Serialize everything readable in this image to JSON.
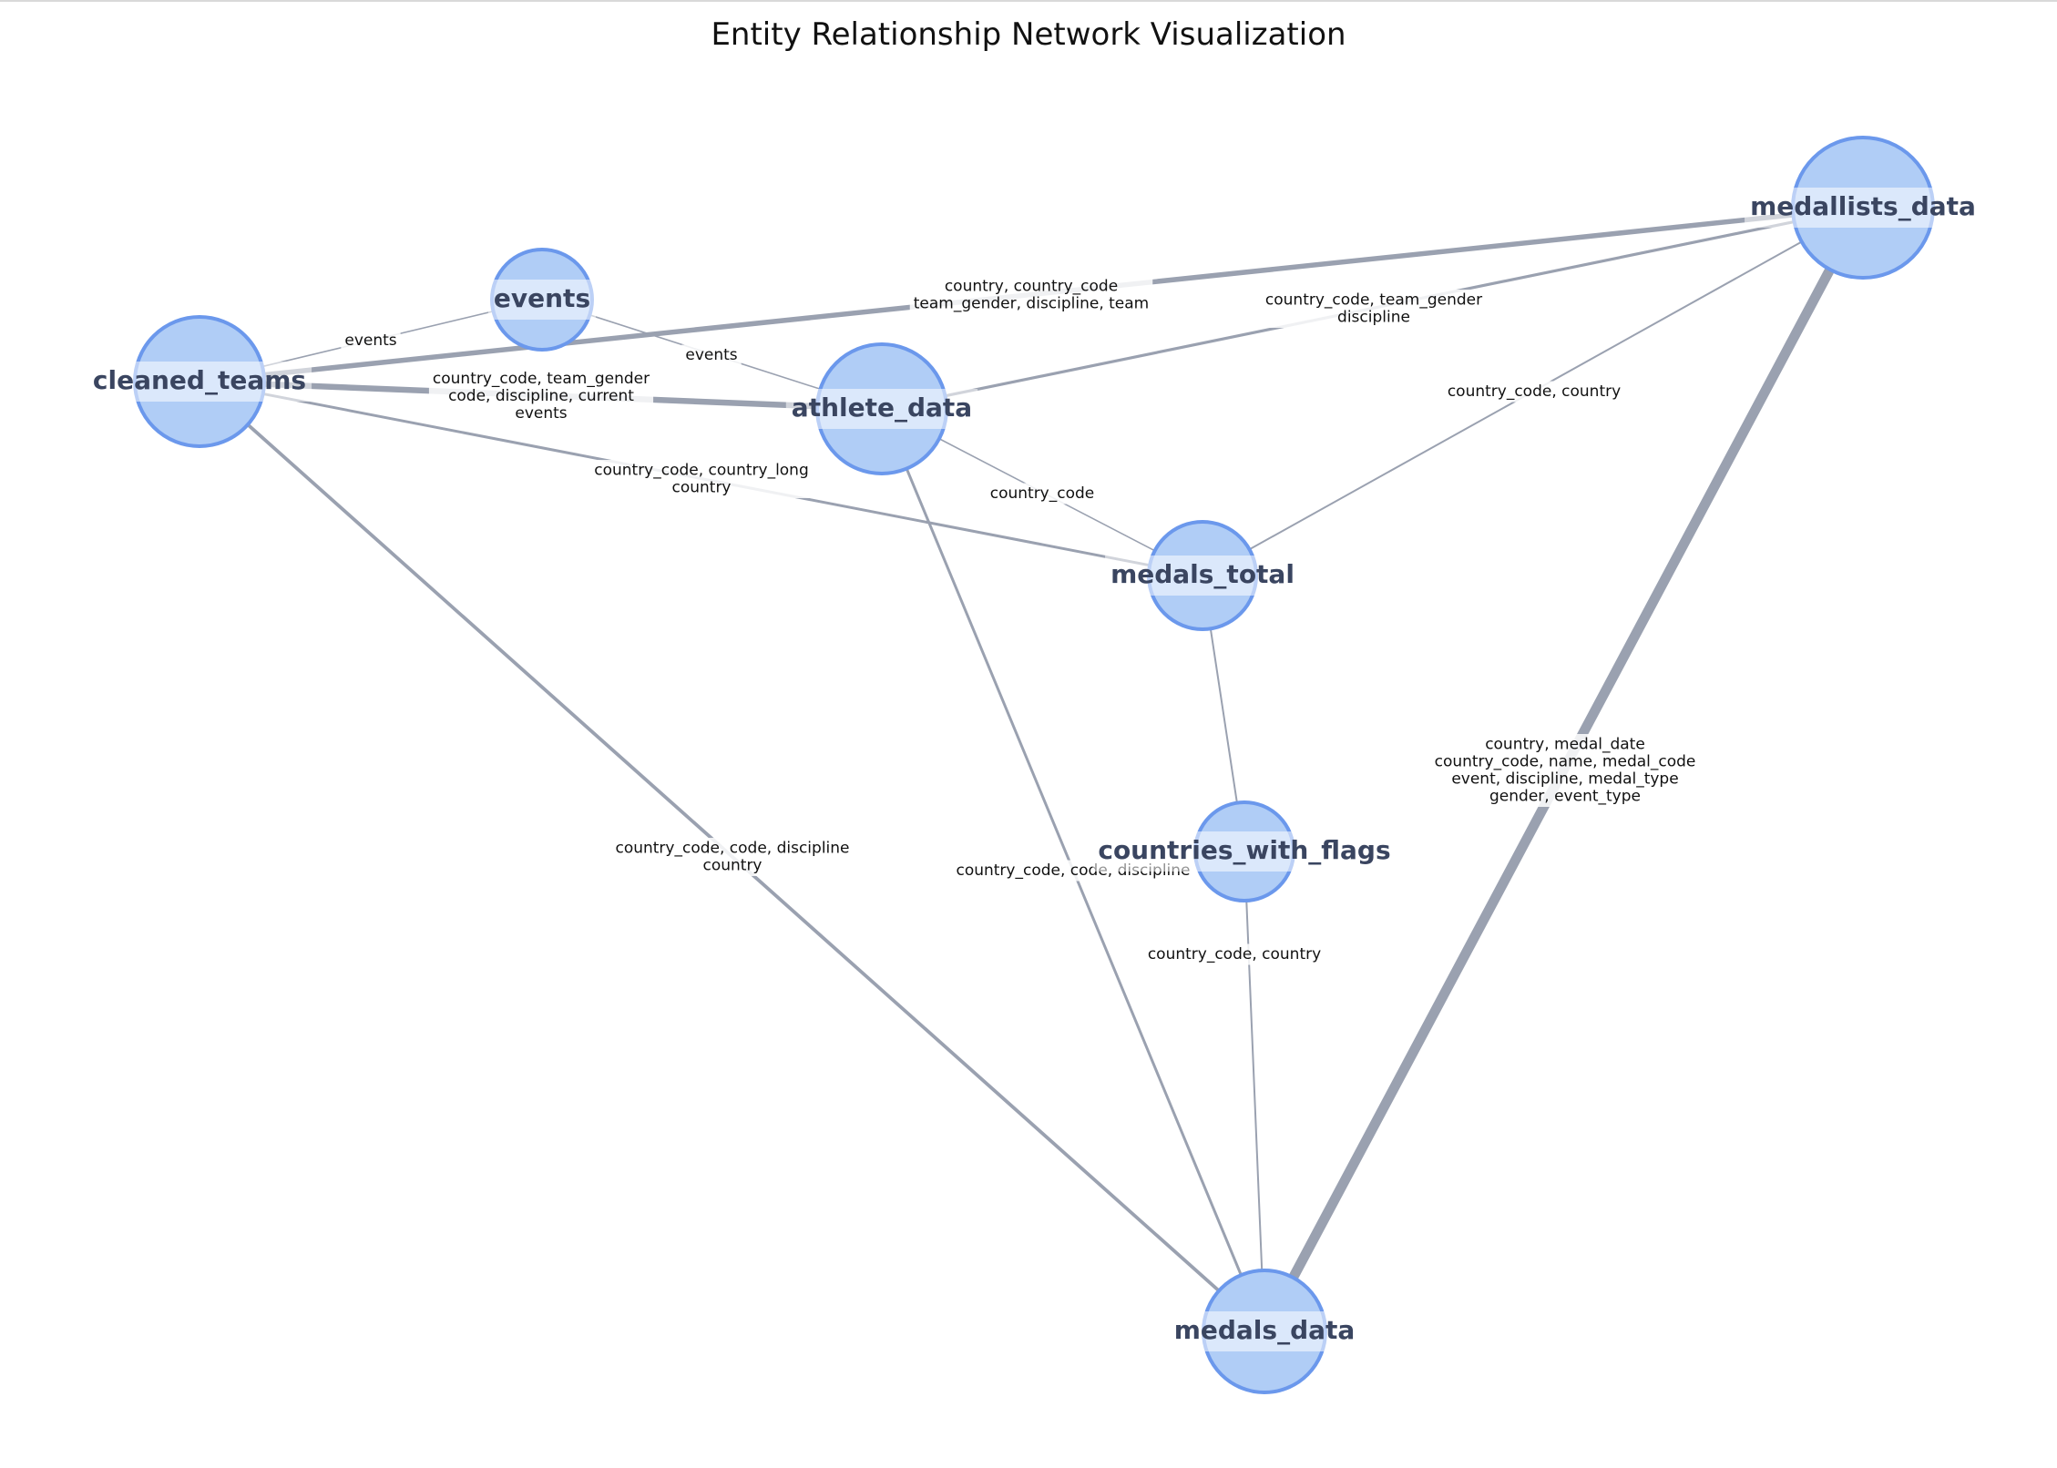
{
  "title": "Entity Relationship Network Visualization",
  "colors": {
    "node_fill": "#b0cdf6",
    "node_stroke": "#6b98ec",
    "edge": "#9aa1b0",
    "label_text": "#3a4560"
  },
  "nodes": [
    {
      "id": "cleaned_teams",
      "label": "cleaned_teams"
    },
    {
      "id": "events",
      "label": "events"
    },
    {
      "id": "athlete_data",
      "label": "athlete_data"
    },
    {
      "id": "medallists_data",
      "label": "medallists_data"
    },
    {
      "id": "medals_total",
      "label": "medals_total"
    },
    {
      "id": "countries_with_flags",
      "label": "countries_with_flags"
    },
    {
      "id": "medals_data",
      "label": "medals_data"
    }
  ],
  "edges": [
    {
      "source": "cleaned_teams",
      "target": "events",
      "label": [
        "events"
      ]
    },
    {
      "source": "events",
      "target": "athlete_data",
      "label": [
        "events"
      ]
    },
    {
      "source": "cleaned_teams",
      "target": "medallists_data",
      "label": [
        "country, country_code",
        "team_gender, discipline, team"
      ]
    },
    {
      "source": "cleaned_teams",
      "target": "athlete_data",
      "label": [
        "country_code, team_gender",
        "code, discipline, current",
        "events"
      ]
    },
    {
      "source": "athlete_data",
      "target": "medallists_data",
      "label": [
        "country_code, team_gender",
        "discipline"
      ]
    },
    {
      "source": "medallists_data",
      "target": "medals_total",
      "label": [
        "country_code, country"
      ]
    },
    {
      "source": "cleaned_teams",
      "target": "medals_total",
      "label": [
        "country_code, country_long",
        "country"
      ]
    },
    {
      "source": "athlete_data",
      "target": "medals_total",
      "label": [
        "country_code"
      ]
    },
    {
      "source": "medallists_data",
      "target": "medals_data",
      "label": [
        "country, medal_date",
        "country_code, name, medal_code",
        "event, discipline, medal_type",
        "gender, event_type"
      ]
    },
    {
      "source": "cleaned_teams",
      "target": "medals_data",
      "label": [
        "country_code, code, discipline",
        "country"
      ]
    },
    {
      "source": "athlete_data",
      "target": "medals_data",
      "label": [
        "country_code, code, discipline"
      ]
    },
    {
      "source": "medals_total",
      "target": "countries_with_flags",
      "label": []
    },
    {
      "source": "countries_with_flags",
      "target": "medals_data",
      "label": [
        "country_code, country"
      ]
    }
  ]
}
